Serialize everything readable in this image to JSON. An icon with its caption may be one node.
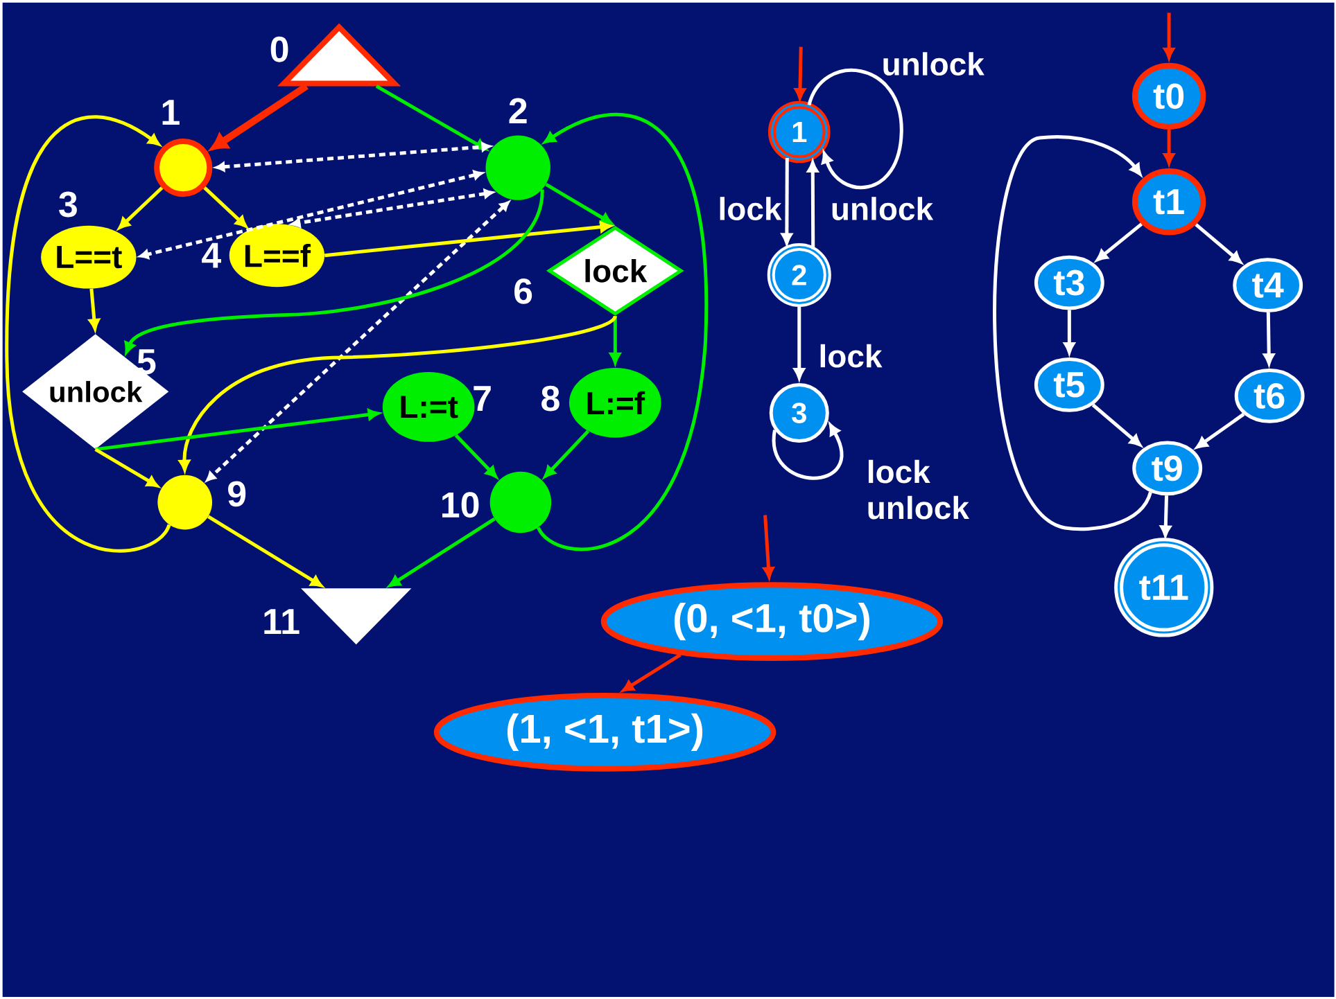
{
  "diagram": {
    "nodes": [
      {
        "text": [],
        "shape": "triangle",
        "beside": [
          "0"
        ]
      },
      {
        "text": [],
        "shape": "circle",
        "beside": [
          "1"
        ]
      },
      {
        "text": [],
        "shape": "circle",
        "beside": [
          "2"
        ]
      },
      {
        "text": [
          "L==t"
        ],
        "beside": [
          "3"
        ]
      },
      {
        "text": [
          "L==f"
        ],
        "beside": [
          "4"
        ]
      },
      {
        "text": [
          "unlock"
        ],
        "beside": [
          "5"
        ]
      },
      {
        "text": [
          "lock"
        ],
        "beside": [
          "6"
        ]
      },
      {
        "text": [
          "L:=t"
        ],
        "beside": [
          "7"
        ]
      },
      {
        "text": [
          "L:=f"
        ],
        "beside": [
          "8"
        ]
      },
      {
        "text": [],
        "shape": "circle",
        "beside": [
          "9"
        ]
      },
      {
        "text": [],
        "shape": "circle",
        "beside": [
          "10"
        ]
      },
      {
        "text": [],
        "shape": "triangle",
        "beside": [
          "11"
        ]
      },
      {
        "text": [
          "1"
        ]
      },
      {
        "text": [
          "2"
        ]
      },
      {
        "text": [
          "3"
        ]
      },
      {
        "text": [
          "t0"
        ]
      },
      {
        "text": [
          "t1"
        ]
      },
      {
        "text": [
          "t3"
        ]
      },
      {
        "text": [
          "t4"
        ]
      },
      {
        "text": [
          "t5"
        ]
      },
      {
        "text": [
          "t6"
        ]
      },
      {
        "text": [
          "t9"
        ]
      },
      {
        "text": [
          "t11"
        ]
      },
      {
        "text": [
          "(0, <1, t0>)"
        ]
      },
      {
        "text": [
          "(1, <1, t1>)"
        ]
      }
    ],
    "edges": [
      {
        "from": 0,
        "to": 1,
        "arrow": "to",
        "style": "thick",
        "color": "#ff2a00"
      },
      {
        "from": 0,
        "to": 2,
        "arrow": "to",
        "color": "#00ee00"
      },
      {
        "from": 1,
        "to": 2,
        "arrow": "both",
        "style": "dashed"
      },
      {
        "from": 2,
        "to": 3,
        "arrow": "both",
        "style": "dashed"
      },
      {
        "from": 2,
        "to": 4,
        "arrow": "both",
        "style": "dashed"
      },
      {
        "from": 2,
        "to": 9,
        "arrow": "both",
        "style": "dashed"
      },
      {
        "from": 1,
        "to": 3,
        "arrow": "to",
        "color": "#ffff00"
      },
      {
        "from": 1,
        "to": 4,
        "arrow": "to",
        "color": "#ffff00"
      },
      {
        "from": 2,
        "to": 6,
        "arrow": "to",
        "color": "#00ee00"
      },
      {
        "from": 4,
        "to": 6,
        "arrow": "to",
        "color": "#ffff00"
      },
      {
        "from": 2,
        "to": 5,
        "arrow": "to",
        "color": "#00ee00"
      },
      {
        "from": 3,
        "to": 5,
        "arrow": "to",
        "color": "#ffff00"
      },
      {
        "from": 6,
        "to": 8,
        "arrow": "to",
        "color": "#00ee00"
      },
      {
        "from": 6,
        "to": 9,
        "arrow": "to",
        "color": "#ffff00"
      },
      {
        "from": 5,
        "to": 7,
        "arrow": "to",
        "color": "#00ee00"
      },
      {
        "from": 5,
        "to": 9,
        "arrow": "to",
        "color": "#ffff00"
      },
      {
        "from": 7,
        "to": 10,
        "arrow": "to",
        "color": "#00ee00"
      },
      {
        "from": 8,
        "to": 10,
        "arrow": "to",
        "color": "#00ee00"
      },
      {
        "from": 9,
        "to": 11,
        "arrow": "to",
        "color": "#ffff00"
      },
      {
        "from": 10,
        "to": 11,
        "arrow": "to",
        "color": "#00ee00"
      },
      {
        "from": 9,
        "to": 1,
        "arrow": "to",
        "color": "#ffff00"
      },
      {
        "from": 10,
        "to": 2,
        "arrow": "to",
        "color": "#00ee00"
      },
      {
        "from": null,
        "to": 12,
        "arrow": "to",
        "color": "#ff2a00"
      },
      {
        "from": 12,
        "to": 12,
        "arrow": "to",
        "label": "unlock"
      },
      {
        "from": 12,
        "to": 13,
        "arrow": "to",
        "label": "lock"
      },
      {
        "from": 13,
        "to": 12,
        "arrow": "to",
        "label": "unlock"
      },
      {
        "from": 13,
        "to": 14,
        "arrow": "to",
        "label": "lock"
      },
      {
        "from": 14,
        "to": 14,
        "arrow": "to",
        "label": "lock unlock"
      },
      {
        "from": null,
        "to": 15,
        "arrow": "to",
        "color": "#ff2a00"
      },
      {
        "from": 15,
        "to": 16,
        "arrow": "to",
        "color": "#ff2a00"
      },
      {
        "from": 16,
        "to": 17,
        "arrow": "to"
      },
      {
        "from": 16,
        "to": 18,
        "arrow": "to"
      },
      {
        "from": 17,
        "to": 19,
        "arrow": "to"
      },
      {
        "from": 18,
        "to": 20,
        "arrow": "to"
      },
      {
        "from": 19,
        "to": 21,
        "arrow": "to"
      },
      {
        "from": 20,
        "to": 21,
        "arrow": "to"
      },
      {
        "from": 21,
        "to": 22,
        "arrow": "to"
      },
      {
        "from": 21,
        "to": 16,
        "arrow": "to"
      },
      {
        "from": null,
        "to": 23,
        "arrow": "to",
        "color": "#ff2a00"
      },
      {
        "from": 23,
        "to": 24,
        "arrow": "to",
        "color": "#ff2a00"
      }
    ]
  }
}
